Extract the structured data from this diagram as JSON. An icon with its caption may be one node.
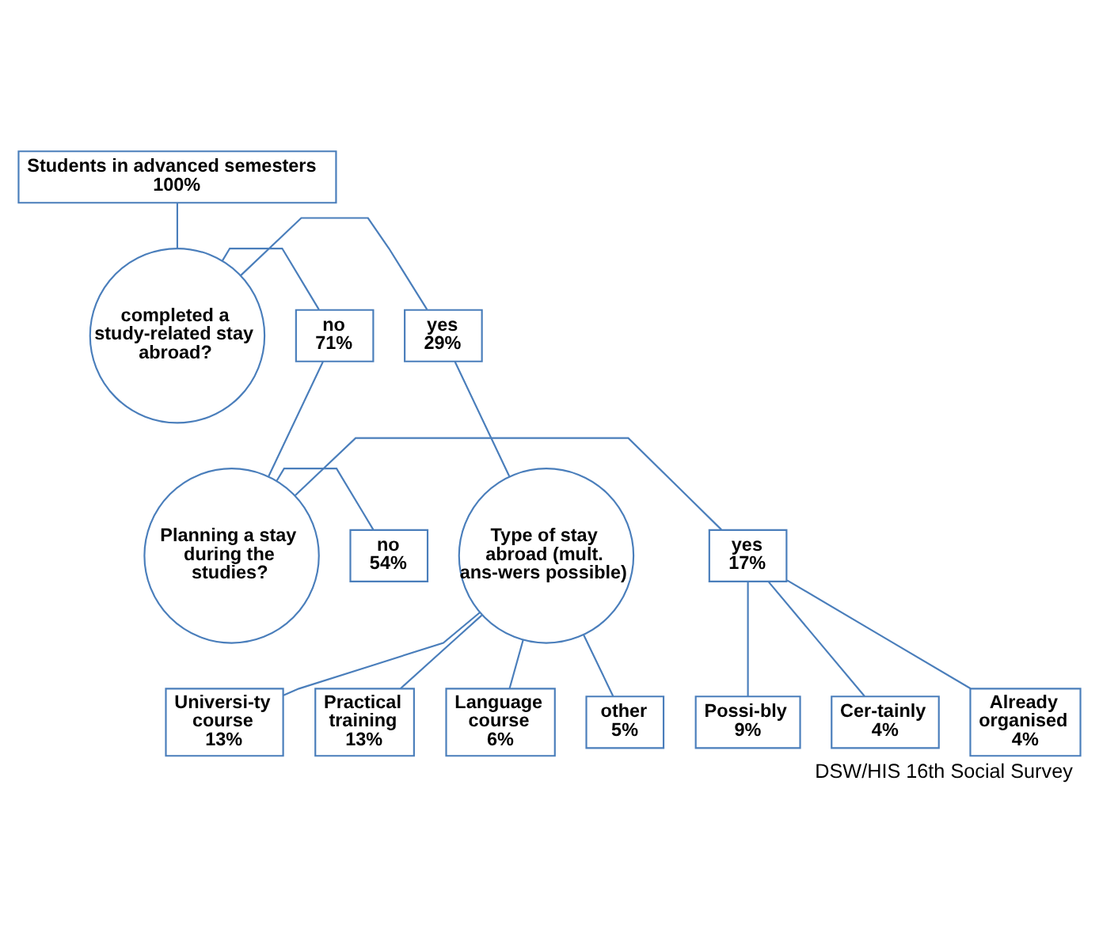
{
  "diagram": {
    "caption": "DSW/HIS 16th Social Survey",
    "nodes": [
      {
        "text": [
          "Students in advanced semesters",
          "100%"
        ]
      },
      {
        "text": [
          "completed a study-related stay abroad?"
        ]
      },
      {
        "text": [
          "yes",
          "29%"
        ]
      },
      {
        "text": [
          "no",
          "71%"
        ]
      },
      {
        "text": [
          "Type of stay abroad (mult. ans-wers possible)"
        ]
      },
      {
        "text": [
          "Planning a stay during the studies?"
        ]
      },
      {
        "text": [
          "yes",
          "17%"
        ]
      },
      {
        "text": [
          "no",
          "54%"
        ]
      },
      {
        "text": [
          "Universi-ty course",
          "13%"
        ]
      },
      {
        "text": [
          "Practical training",
          "13%"
        ]
      },
      {
        "text": [
          "Language course",
          "6%"
        ]
      },
      {
        "text": [
          "other",
          "5%"
        ]
      },
      {
        "text": [
          "Possi-bly",
          "9%"
        ]
      },
      {
        "text": [
          "Cer-tainly",
          "4%"
        ]
      },
      {
        "text": [
          "Already organised",
          "4%"
        ]
      }
    ],
    "edges": [
      {
        "from": 0,
        "to": 1,
        "arrow": "none"
      },
      {
        "from": 1,
        "to": 2,
        "arrow": "none"
      },
      {
        "from": 1,
        "to": 3,
        "arrow": "none"
      },
      {
        "from": 2,
        "to": 4,
        "arrow": "none"
      },
      {
        "from": 3,
        "to": 5,
        "arrow": "none"
      },
      {
        "from": 5,
        "to": 6,
        "arrow": "none"
      },
      {
        "from": 5,
        "to": 7,
        "arrow": "none"
      },
      {
        "from": 4,
        "to": 8,
        "arrow": "none"
      },
      {
        "from": 4,
        "to": 9,
        "arrow": "none"
      },
      {
        "from": 4,
        "to": 10,
        "arrow": "none"
      },
      {
        "from": 4,
        "to": 11,
        "arrow": "none"
      },
      {
        "from": 6,
        "to": 12,
        "arrow": "none"
      },
      {
        "from": 6,
        "to": 13,
        "arrow": "none"
      },
      {
        "from": 6,
        "to": 14,
        "arrow": "none"
      }
    ]
  }
}
